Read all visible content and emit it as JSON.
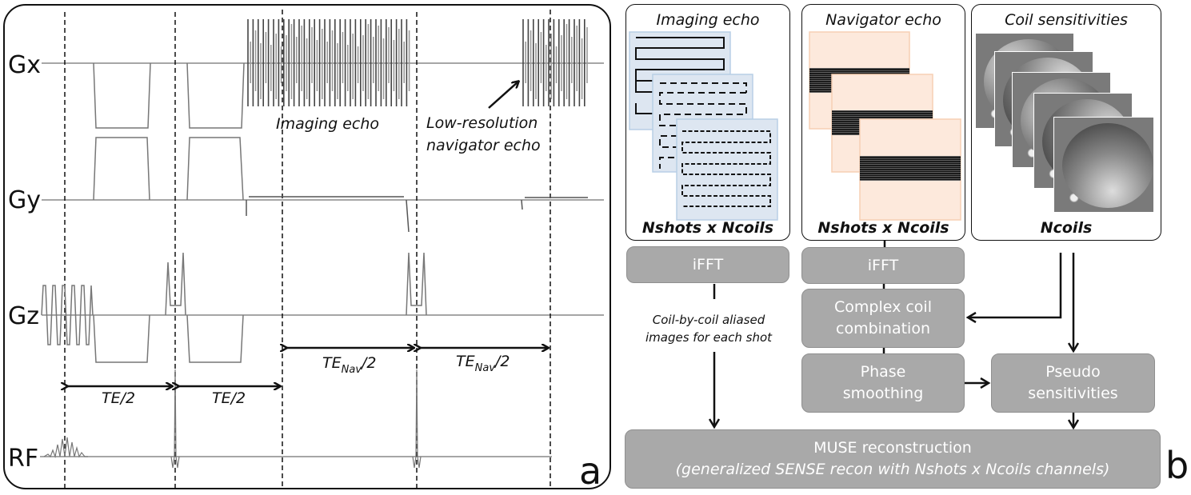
{
  "panel_a": {
    "letter": "a",
    "channels": [
      "Gx",
      "Gy",
      "Gz",
      "RF"
    ],
    "annotations": {
      "imaging_echo": "Imaging echo",
      "nav_echo_line1": "Low-resolution",
      "nav_echo_line2": "navigator echo",
      "te_half_1": "TE/2",
      "te_half_2": "TE/2",
      "te_nav_1": "TE",
      "te_nav_1_sub": "Nav",
      "te_nav_1_tail": "/2",
      "te_nav_2": "TE",
      "te_nav_2_sub": "Nav",
      "te_nav_2_tail": "/2"
    }
  },
  "panel_b": {
    "letter": "b",
    "cards": [
      {
        "title": "Imaging echo",
        "footer": "Nshots x Ncoils",
        "fill": "#dde6f1",
        "stroke": "#b8cfe6"
      },
      {
        "title": "Navigator echo",
        "footer": "Nshots x Ncoils",
        "fill": "#fde9dc",
        "stroke": "#f7cfb4"
      },
      {
        "title": "Coil sensitivities",
        "footer": "Ncoils"
      }
    ],
    "boxes": {
      "ifft_left": "iFFT",
      "ifft_right": "iFFT",
      "complex_line1": "Complex coil",
      "complex_line2": "combination",
      "phase_line1": "Phase",
      "phase_line2": "smoothing",
      "pseudo_line1": "Pseudo",
      "pseudo_line2": "sensitivities",
      "muse_line1": "MUSE reconstruction",
      "muse_line2": "(generalized SENSE recon with Nshots x Ncoils channels)"
    },
    "note_line1": "Coil-by-coil aliased",
    "note_line2": "images for each shot",
    "box_color": "#a9a9a9"
  }
}
